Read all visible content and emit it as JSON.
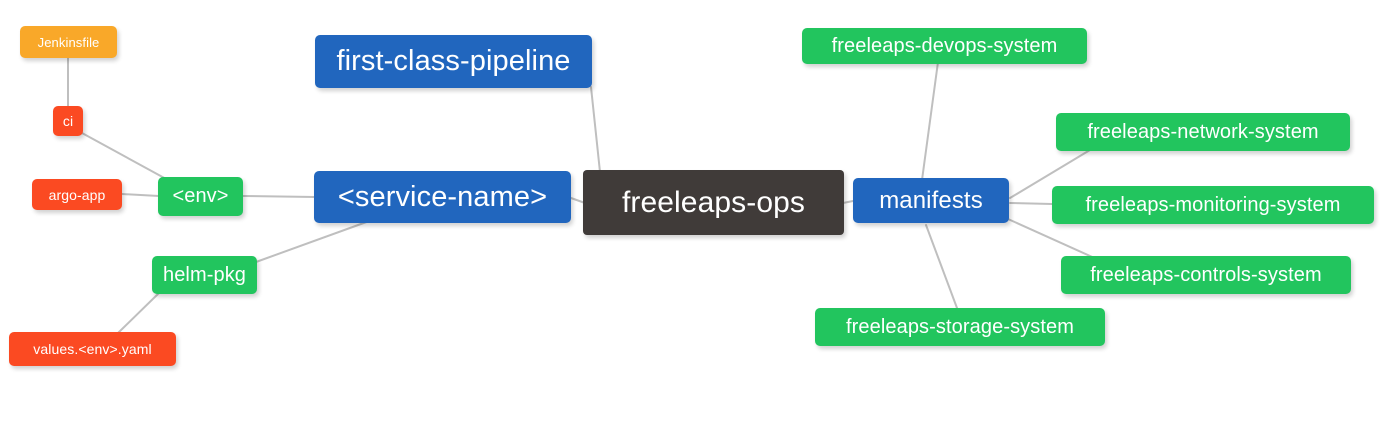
{
  "diagram": {
    "title": "freeleaps-ops mind map",
    "type": "mindmap",
    "background": "#ffffff",
    "edge_color": "#bfbfbf",
    "palette": {
      "root": "#403b39",
      "blue": "#2166be",
      "green": "#22c55e",
      "red": "#fb4a22",
      "orange": "#f9a829",
      "text": "#ffffff"
    }
  },
  "nodes": {
    "root": {
      "label": "freeleaps-ops"
    },
    "service_name": {
      "label": "<service-name>"
    },
    "first_class_pipeline": {
      "label": "first-class-pipeline"
    },
    "manifests": {
      "label": "manifests"
    },
    "env": {
      "label": "<env>"
    },
    "helm_pkg": {
      "label": "helm-pkg"
    },
    "ci": {
      "label": "ci"
    },
    "argo_app": {
      "label": "argo-app"
    },
    "jenkinsfile": {
      "label": "Jenkinsfile"
    },
    "values_yaml": {
      "label": "values.<env>.yaml"
    },
    "devops_system": {
      "label": "freeleaps-devops-system"
    },
    "network_system": {
      "label": "freeleaps-network-system"
    },
    "monitoring_system": {
      "label": "freeleaps-monitoring-system"
    },
    "controls_system": {
      "label": "freeleaps-controls-system"
    },
    "storage_system": {
      "label": "freeleaps-storage-system"
    }
  },
  "edges": [
    {
      "from": "root",
      "to": "first_class_pipeline"
    },
    {
      "from": "root",
      "to": "service_name"
    },
    {
      "from": "root",
      "to": "manifests"
    },
    {
      "from": "service_name",
      "to": "env"
    },
    {
      "from": "service_name",
      "to": "helm_pkg"
    },
    {
      "from": "env",
      "to": "ci"
    },
    {
      "from": "env",
      "to": "argo_app"
    },
    {
      "from": "ci",
      "to": "jenkinsfile"
    },
    {
      "from": "helm_pkg",
      "to": "values_yaml"
    },
    {
      "from": "manifests",
      "to": "devops_system"
    },
    {
      "from": "manifests",
      "to": "network_system"
    },
    {
      "from": "manifests",
      "to": "monitoring_system"
    },
    {
      "from": "manifests",
      "to": "controls_system"
    },
    {
      "from": "manifests",
      "to": "storage_system"
    }
  ]
}
